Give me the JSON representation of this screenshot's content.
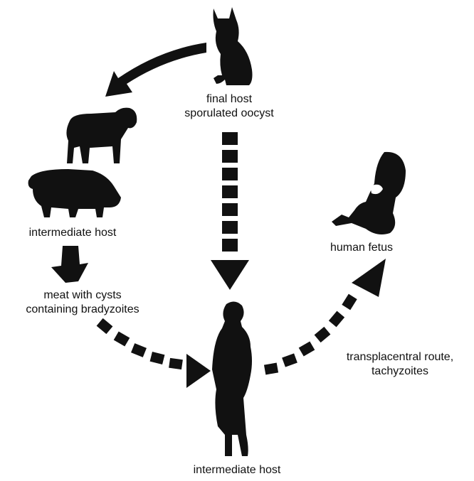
{
  "labels": {
    "cat_line1": "final host",
    "cat_line2": "sporulated oocyst",
    "pig": "intermediate host",
    "meat_line1": "meat with cysts",
    "meat_line2": "containing bradyzoites",
    "fetus": "human fetus",
    "route_line1": "transplacentral route,",
    "route_line2": "tachyzoites",
    "woman": "intermediate host"
  },
  "icons": [
    "cat-icon",
    "sheep-icon",
    "pig-icon",
    "pregnant-woman-icon",
    "fetus-icon"
  ],
  "colors": {
    "ink": "#111111",
    "paper": "#ffffff"
  }
}
